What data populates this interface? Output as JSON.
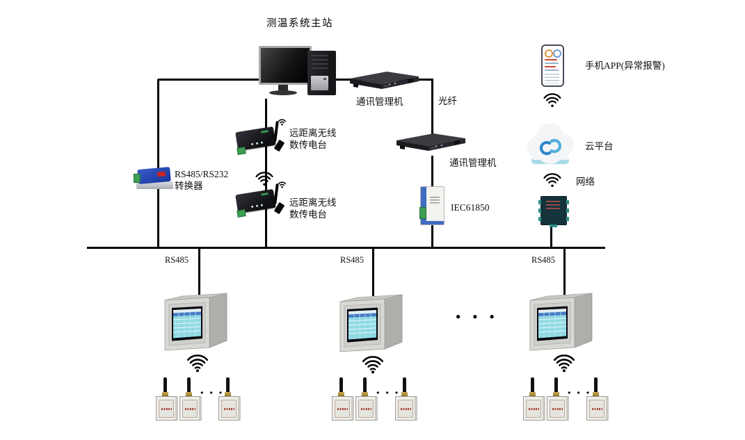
{
  "title": "测温系统主站",
  "labels": {
    "comm_manager_top": "通讯管理机",
    "fiber": "光纤",
    "comm_manager_mid": "通讯管理机",
    "iec61850": "IEC61850",
    "converter": "RS485/RS232\n转换器",
    "radio_top": "远距离无线\n数传电台",
    "radio_bottom": "远距离无线\n数传电台",
    "phone_app": "手机APP(异常报警)",
    "cloud": "云平台",
    "network": "网络",
    "rs485_left": "RS485",
    "rs485_mid": "RS485",
    "rs485_right": "RS485",
    "panel_ellipsis": "● ● ●",
    "sensor_ellipsis_1": "● ● ●",
    "sensor_ellipsis_2": "● ● ●",
    "sensor_ellipsis_3": "● ● ●"
  },
  "colors": {
    "line": "#000000",
    "cloud_logo_dark": "#2f86c8",
    "cloud_logo_light": "#55aede",
    "cloud_base": "#a6d9e8",
    "converter_body": "#2547b0",
    "panel_screen": "#8fd9e2"
  }
}
